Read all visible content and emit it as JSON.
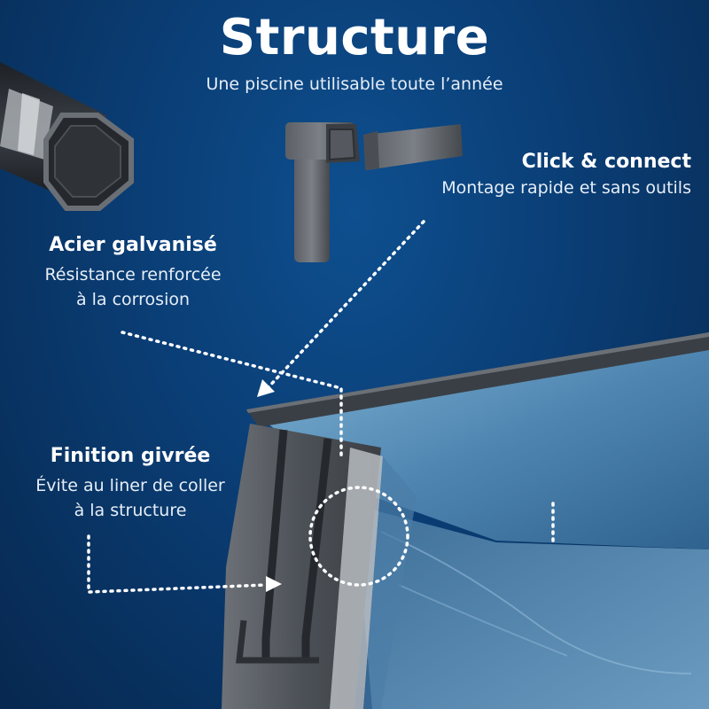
{
  "header": {
    "title": "Structure",
    "subtitle": "Une piscine utilisable toute l’année"
  },
  "features": {
    "click_connect": {
      "title": "Click & connect",
      "line1": "Montage rapide et sans outils"
    },
    "acier": {
      "title": "Acier galvanisé",
      "line1": "Résistance renforcée",
      "line2": "à la corrosion"
    },
    "finition": {
      "title": "Finition givrée",
      "line1": "Évite au liner de coller",
      "line2": "à la structure"
    }
  },
  "colors": {
    "background": "#0a3d74",
    "text": "#ffffff",
    "water": "#5a8fb8",
    "frame": "#3a3f45"
  }
}
